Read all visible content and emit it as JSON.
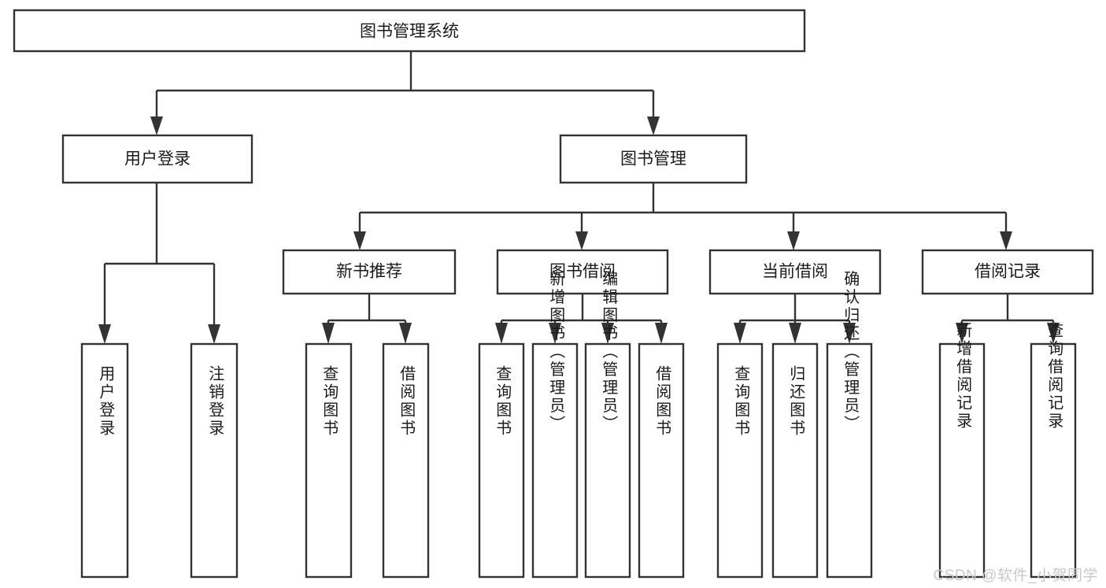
{
  "diagram": {
    "title": "图书管理系统",
    "type": "tree-hierarchy",
    "watermark": "CSDN @软件_小贺同学",
    "colors": {
      "stroke": "#333333",
      "box_fill": "#ffffff",
      "text": "#1b1b1b",
      "background": "#ffffff",
      "watermark": "#c9c9c9"
    },
    "nodes": {
      "root": {
        "label": "图书管理系统",
        "level": 1,
        "orientation": "horizontal"
      },
      "l2_user_login": {
        "label": "用户登录",
        "level": 2,
        "orientation": "horizontal"
      },
      "l2_book_mgmt": {
        "label": "图书管理",
        "level": 2,
        "orientation": "horizontal"
      },
      "l3_new_book_rec": {
        "label": "新书推荐",
        "level": 3,
        "orientation": "horizontal"
      },
      "l3_book_borrow": {
        "label": "图书借阅",
        "level": 3,
        "orientation": "horizontal"
      },
      "l3_current_borrow": {
        "label": "当前借阅",
        "level": 3,
        "orientation": "horizontal"
      },
      "l3_borrow_record": {
        "label": "借阅记录",
        "level": 3,
        "orientation": "horizontal"
      },
      "l4_user_login": {
        "label": "用户登录",
        "level": 4,
        "orientation": "vertical"
      },
      "l4_logout_login": {
        "label": "注销登录",
        "level": 4,
        "orientation": "vertical"
      },
      "l4_query_book_a": {
        "label": "查询图书",
        "level": 4,
        "orientation": "vertical"
      },
      "l4_borrow_book_a": {
        "label": "借阅图书",
        "level": 4,
        "orientation": "vertical"
      },
      "l4_query_book_b": {
        "label": "查询图书",
        "level": 4,
        "orientation": "vertical"
      },
      "l4_add_book": {
        "label": "新增图书（管理员）",
        "level": 4,
        "orientation": "vertical"
      },
      "l4_edit_book": {
        "label": "编辑图书（管理员）",
        "level": 4,
        "orientation": "vertical"
      },
      "l4_borrow_book_b": {
        "label": "借阅图书",
        "level": 4,
        "orientation": "vertical"
      },
      "l4_query_book_c": {
        "label": "查询图书",
        "level": 4,
        "orientation": "vertical"
      },
      "l4_return_book": {
        "label": "归还图书",
        "level": 4,
        "orientation": "vertical"
      },
      "l4_confirm_return": {
        "label": "确认归还（管理员）",
        "level": 4,
        "orientation": "vertical"
      },
      "l4_add_record": {
        "label": "新增借阅记录",
        "level": 4,
        "orientation": "vertical"
      },
      "l4_query_record": {
        "label": "查询借阅记录",
        "level": 4,
        "orientation": "vertical"
      }
    },
    "edges": [
      {
        "from": "root",
        "to": "l2_user_login"
      },
      {
        "from": "root",
        "to": "l2_book_mgmt"
      },
      {
        "from": "l2_book_mgmt",
        "to": "l3_new_book_rec"
      },
      {
        "from": "l2_book_mgmt",
        "to": "l3_book_borrow"
      },
      {
        "from": "l2_book_mgmt",
        "to": "l3_current_borrow"
      },
      {
        "from": "l2_book_mgmt",
        "to": "l3_borrow_record"
      },
      {
        "from": "l2_user_login",
        "to": "l4_user_login"
      },
      {
        "from": "l2_user_login",
        "to": "l4_logout_login"
      },
      {
        "from": "l3_new_book_rec",
        "to": "l4_query_book_a"
      },
      {
        "from": "l3_new_book_rec",
        "to": "l4_borrow_book_a"
      },
      {
        "from": "l3_book_borrow",
        "to": "l4_query_book_b"
      },
      {
        "from": "l3_book_borrow",
        "to": "l4_add_book"
      },
      {
        "from": "l3_book_borrow",
        "to": "l4_edit_book"
      },
      {
        "from": "l3_book_borrow",
        "to": "l4_borrow_book_b"
      },
      {
        "from": "l3_current_borrow",
        "to": "l4_query_book_c"
      },
      {
        "from": "l3_current_borrow",
        "to": "l4_return_book"
      },
      {
        "from": "l3_current_borrow",
        "to": "l4_confirm_return"
      },
      {
        "from": "l3_borrow_record",
        "to": "l4_add_record"
      },
      {
        "from": "l3_borrow_record",
        "to": "l4_query_record"
      }
    ]
  }
}
